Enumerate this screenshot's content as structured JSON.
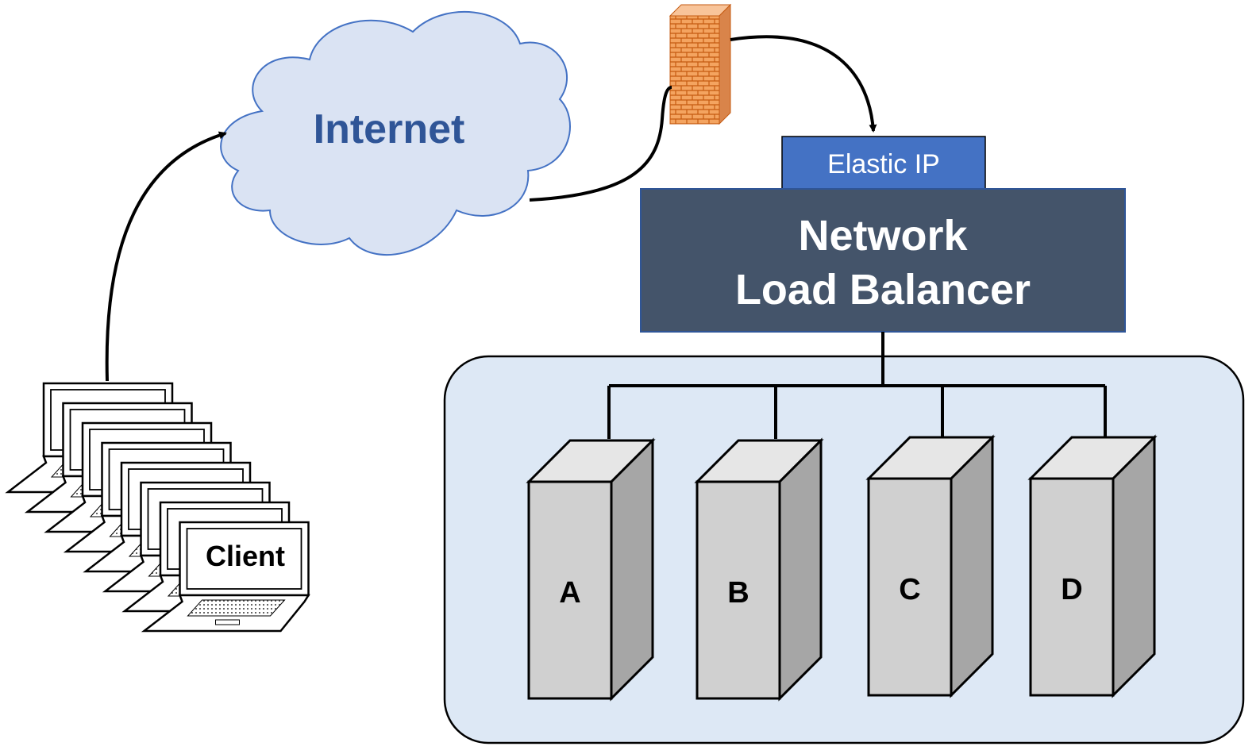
{
  "internet": {
    "label": "Internet"
  },
  "elastic_ip": {
    "label": "Elastic IP"
  },
  "load_balancer": {
    "line1": "Network",
    "line2": "Load Balancer"
  },
  "client": {
    "label": "Client"
  },
  "servers": [
    {
      "label": "A"
    },
    {
      "label": "B"
    },
    {
      "label": "C"
    },
    {
      "label": "D"
    }
  ],
  "colors": {
    "cloud_fill": "#dae3f3",
    "cloud_stroke": "#4472c4",
    "internet_text": "#2f5597",
    "elastic_ip_fill": "#4472c4",
    "nlb_fill": "#44546a",
    "cluster_fill": "#dde8f5",
    "server_front": "#d0d0d0",
    "server_side": "#a6a6a6",
    "brick": "#f4a460",
    "brick_mortar": "#c55a11"
  }
}
